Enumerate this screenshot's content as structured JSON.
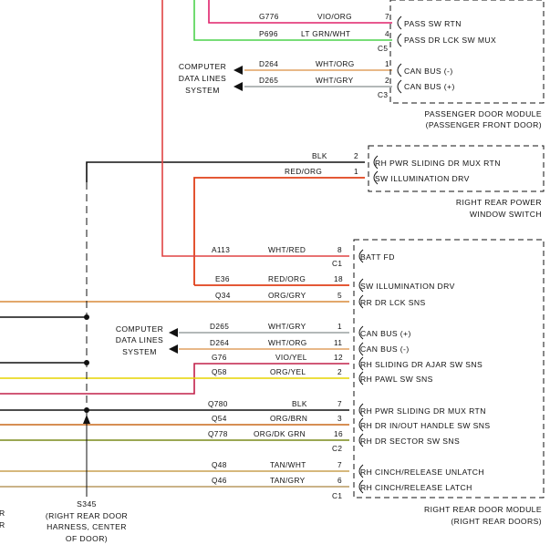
{
  "passenger_module": {
    "wires": [
      {
        "circuit": "G776",
        "color_code": "VIO/ORG",
        "pin": "7",
        "signal": "PASS SW RTN"
      },
      {
        "circuit": "P696",
        "color_code": "LT GRN/WHT",
        "pin": "4",
        "signal": "PASS DR LCK SW MUX"
      },
      {
        "circuit": "D264",
        "color_code": "WHT/ORG",
        "pin": "1",
        "signal": "CAN BUS (-)"
      },
      {
        "circuit": "D265",
        "color_code": "WHT/GRY",
        "pin": "2",
        "signal": "CAN BUS (+)"
      }
    ],
    "connector_top": "C5",
    "connector_bottom": "C3",
    "computer_label": [
      "COMPUTER",
      "DATA LINES",
      "SYSTEM"
    ],
    "title": "PASSENGER DOOR MODULE",
    "subtitle": "(PASSENGER FRONT DOOR)"
  },
  "window_switch": {
    "wires": [
      {
        "color_code": "BLK",
        "pin": "2",
        "signal": "RH PWR SLIDING DR MUX RTN"
      },
      {
        "color_code": "RED/ORG",
        "pin": "1",
        "signal": "SW ILLUMINATION DRV"
      }
    ],
    "title": "RIGHT REAR POWER",
    "subtitle": "WINDOW SWITCH"
  },
  "rear_module": {
    "wires": [
      {
        "circuit": "A113",
        "color_code": "WHT/RED",
        "pin": "8",
        "signal": "BATT FD"
      },
      {
        "circuit": "E36",
        "color_code": "RED/ORG",
        "pin": "18",
        "signal": "SW ILLUMINATION DRV"
      },
      {
        "circuit": "Q34",
        "color_code": "ORG/GRY",
        "pin": "5",
        "signal": "RR DR LCK SNS"
      },
      {
        "circuit": "D265",
        "color_code": "WHT/GRY",
        "pin": "1",
        "signal": "CAN BUS (+)"
      },
      {
        "circuit": "D264",
        "color_code": "WHT/ORG",
        "pin": "11",
        "signal": "CAN BUS (-)"
      },
      {
        "circuit": "G76",
        "color_code": "VIO/YEL",
        "pin": "12",
        "signal": "RH SLIDING DR AJAR SW SNS"
      },
      {
        "circuit": "Q58",
        "color_code": "ORG/YEL",
        "pin": "2",
        "signal": "RH PAWL SW SNS"
      },
      {
        "circuit": "Q780",
        "color_code": "BLK",
        "pin": "7",
        "signal": "RH PWR SLIDING DR MUX RTN"
      },
      {
        "circuit": "Q54",
        "color_code": "ORG/BRN",
        "pin": "3",
        "signal": "RH DR IN/OUT HANDLE SW SNS"
      },
      {
        "circuit": "Q778",
        "color_code": "ORG/DK GRN",
        "pin": "16",
        "signal": "RH DR SECTOR SW SNS"
      },
      {
        "circuit": "Q48",
        "color_code": "TAN/WHT",
        "pin": "7",
        "signal": "RH CINCH/RELEASE UNLATCH"
      },
      {
        "circuit": "Q46",
        "color_code": "TAN/GRY",
        "pin": "6",
        "signal": "RH CINCH/RELEASE LATCH"
      }
    ],
    "connectors": [
      "C1",
      "C2",
      "C1"
    ],
    "computer_label": [
      "COMPUTER",
      "DATA LINES",
      "SYSTEM"
    ],
    "title": "RIGHT REAR DOOR MODULE",
    "subtitle": "(RIGHT REAR DOORS)"
  },
  "splice": {
    "id": "S345",
    "description": [
      "(RIGHT REAR DOOR",
      "HARNESS, CENTER",
      "OF DOOR)"
    ]
  },
  "left_edge_fragments": [
    "R",
    "R"
  ],
  "wire_colors": {
    "VIO/ORG": "#e0206a",
    "LT GRN/WHT": "#4cd24c",
    "WHT/ORG": "#e0a060",
    "WHT/GRY": "#9aa0a0",
    "BLK": "#111111",
    "RED/ORG": "#e0401a",
    "WHT/RED": "#e04444",
    "ORG/GRY": "#d98a3a",
    "VIO/YEL": "#c2204a",
    "ORG/YEL": "#e6d400",
    "ORG/BRN": "#c8681a",
    "ORG/DK GRN": "#7a8a1a",
    "TAN/WHT": "#c8a050",
    "TAN/GRY": "#b89a60"
  }
}
